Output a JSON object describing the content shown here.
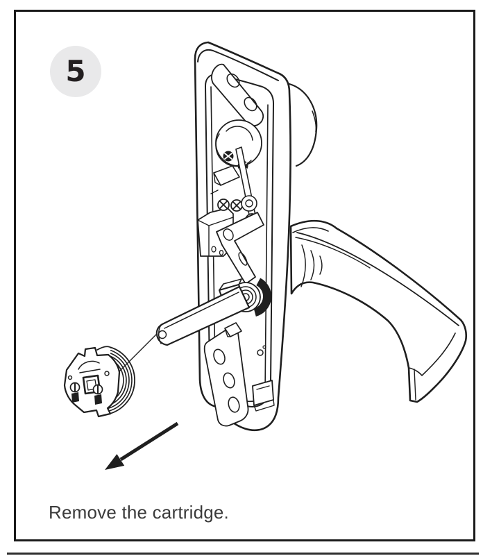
{
  "step": {
    "number": "5",
    "caption": "Remove the cartridge."
  },
  "illustration": {
    "label": "Exploded line drawing: lever-handle lock chassis with cartridge removed, arrow showing removal direction"
  },
  "colors": {
    "line": "#1f1f1f",
    "border": "#1a1a1a",
    "badge_bg": "#e9e9ea",
    "badge_text": "#231f20",
    "caption_text": "#3a3a3a",
    "background": "#ffffff"
  }
}
